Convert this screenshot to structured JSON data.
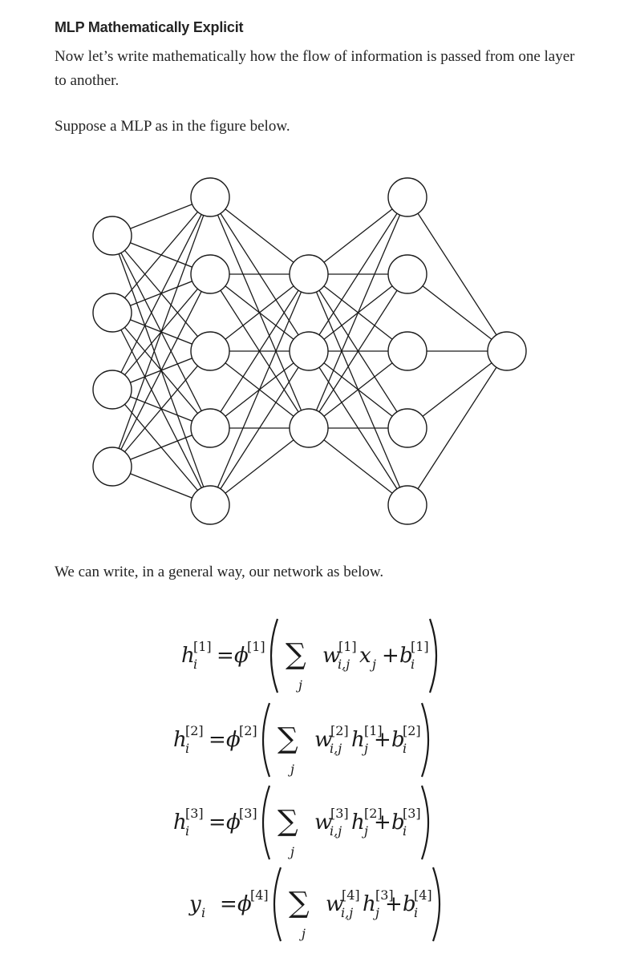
{
  "article": {
    "heading": "MLP Mathematically Explicit",
    "para1": "Now let’s write mathematically how the flow of information is passed from one layer to another.",
    "para2": "Suppose a MLP as in the figure below.",
    "para3": "We can write, in a general way, our network as below."
  },
  "network": {
    "layer_sizes": [
      4,
      5,
      3,
      5,
      1
    ]
  },
  "equations": [
    {
      "lhs": "h",
      "lhs_sub": "i",
      "lhs_sup": "[1]",
      "act_sup": "[1]",
      "w_sup": "[1]",
      "w_sub": "i,j",
      "term": "x",
      "term_sub": "j",
      "term_sup": "",
      "b_sup": "[1]",
      "b_sub": "i",
      "sum_sub": "j"
    },
    {
      "lhs": "h",
      "lhs_sub": "i",
      "lhs_sup": "[2]",
      "act_sup": "[2]",
      "w_sup": "[2]",
      "w_sub": "i,j",
      "term": "h",
      "term_sub": "j",
      "term_sup": "[1]",
      "b_sup": "[2]",
      "b_sub": "i",
      "sum_sub": "j"
    },
    {
      "lhs": "h",
      "lhs_sub": "i",
      "lhs_sup": "[3]",
      "act_sup": "[3]",
      "w_sup": "[3]",
      "w_sub": "i,j",
      "term": "h",
      "term_sub": "j",
      "term_sup": "[2]",
      "b_sup": "[3]",
      "b_sub": "i",
      "sum_sub": "j"
    },
    {
      "lhs": "y",
      "lhs_sub": "i",
      "lhs_sup": "",
      "act_sup": "[4]",
      "w_sup": "[4]",
      "w_sub": "i,j",
      "term": "h",
      "term_sub": "j",
      "term_sup": "[3]",
      "b_sup": "[4]",
      "b_sub": "i",
      "sum_sub": "j"
    }
  ],
  "symbols": {
    "equals": "=",
    "phi": "ϕ",
    "sum": "∑",
    "w": "w",
    "b": "b",
    "plus": "+"
  }
}
